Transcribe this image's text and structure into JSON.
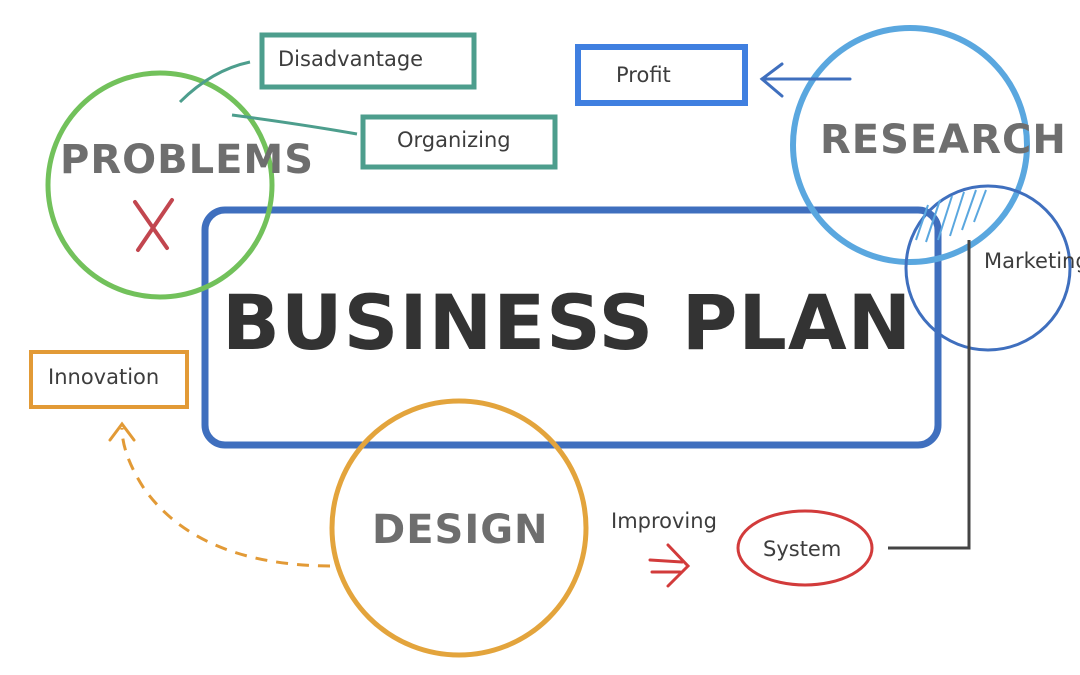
{
  "title": "BUSINESS PLAN",
  "nodes": {
    "problems": "PROBLEMS",
    "research": "RESEARCH",
    "design": "DESIGN"
  },
  "labels": {
    "disadvantage": "Disadvantage",
    "organizing": "Organizing",
    "profit": "Profit",
    "marketing": "Marketing",
    "innovation": "Innovation",
    "improving": "Improving",
    "system": "System"
  },
  "colors": {
    "main_box": "#3f6fbe",
    "problems": "#72c15b",
    "teal": "#4d9e8d",
    "profit": "#3f7fe0",
    "research": "#5aa7df",
    "marketing": "#3f6fbe",
    "design": "#e3a43c",
    "innovation": "#e29a36",
    "system": "#d23b3b",
    "cross": "#c2464f",
    "connector": "#444444"
  },
  "icons": {
    "problems_mark": "cross-icon",
    "improving_arrow": "arrow-right-icon",
    "profit_arrow": "arrow-left-icon",
    "innovation_arrow": "arrow-up-icon"
  }
}
